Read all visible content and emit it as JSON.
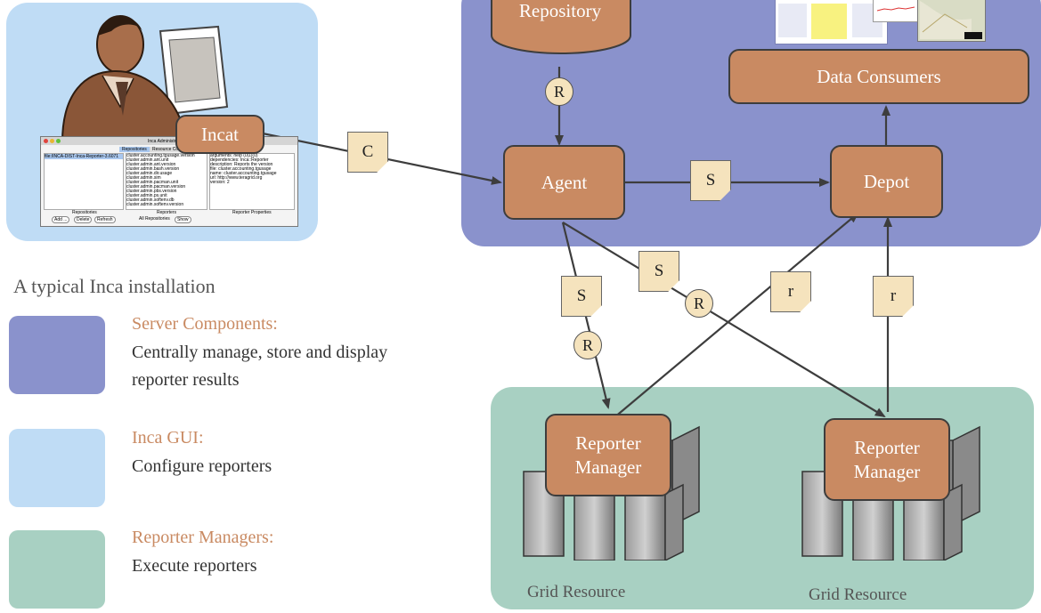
{
  "nodes": {
    "repository": "Repository",
    "data_consumers": "Data Consumers",
    "agent": "Agent",
    "depot": "Depot",
    "incat": "Incat",
    "reporter_manager_1": "Reporter Manager",
    "reporter_manager_2": "Reporter Manager"
  },
  "edge_labels": {
    "repo_agent": "R",
    "incat_agent": "C",
    "agent_depot": "S",
    "agent_rm1_note": "S",
    "agent_rm1_circle": "R",
    "agent_rm2_note": "S",
    "agent_rm2_circle": "R",
    "rm1_depot": "r",
    "rm2_depot": "r"
  },
  "grid_resource_labels": [
    "Grid Resource",
    "Grid Resource"
  ],
  "caption": "A typical Inca installation",
  "legend": [
    {
      "title": "Server Components:",
      "desc_line1": "Centrally manage, store and display",
      "desc_line2": "reporter results",
      "color": "#8a92cc"
    },
    {
      "title": "Inca GUI:",
      "desc_line1": "Configure reporters",
      "desc_line2": "",
      "color": "#bfdcf5"
    },
    {
      "title": "Reporter Managers:",
      "desc_line1": "Execute reporters",
      "desc_line2": "",
      "color": "#a8d0c2"
    }
  ],
  "gui_window": {
    "title": "Inca Administrati",
    "tab_repositories": "Repositories",
    "tab_resource": "Resource Confi",
    "repo_entry": "file:/INCA-DIST-Inca-Reporter-3.6071",
    "reporter_items": [
      "cluster.accounting.tgusage.version",
      "cluster.admin.ant.unit",
      "cluster.admin.ant.version",
      "cluster.admin.bash.version",
      "cluster.admin.dir.usage",
      "cluster.admin.sim",
      "cluster.admin.pacman.unit",
      "cluster.admin.pacman.version",
      "cluster.admin.pbs.version",
      "cluster.admin.ps.unit",
      "cluster.admin.softenv.db",
      "cluster.admin.softenv.version"
    ],
    "properties_lines": [
      "arguments: help (0|1)(0)",
      "dependencies: Inca::Reporter",
      "description: Reports the version",
      "file: cluster.accounting.tgusage",
      "name: cluster.accounting.tgusage",
      "url: http://www.teragrid.org",
      "version: 2"
    ],
    "col_repositories": "Repositories",
    "col_reporters": "Reporters",
    "col_properties": "Reporter Properties",
    "btn_add": "Add ...",
    "btn_delete": "Delete",
    "btn_refresh": "Refresh",
    "chk_all_repos": "All Repositories",
    "btn_show": "Show"
  }
}
